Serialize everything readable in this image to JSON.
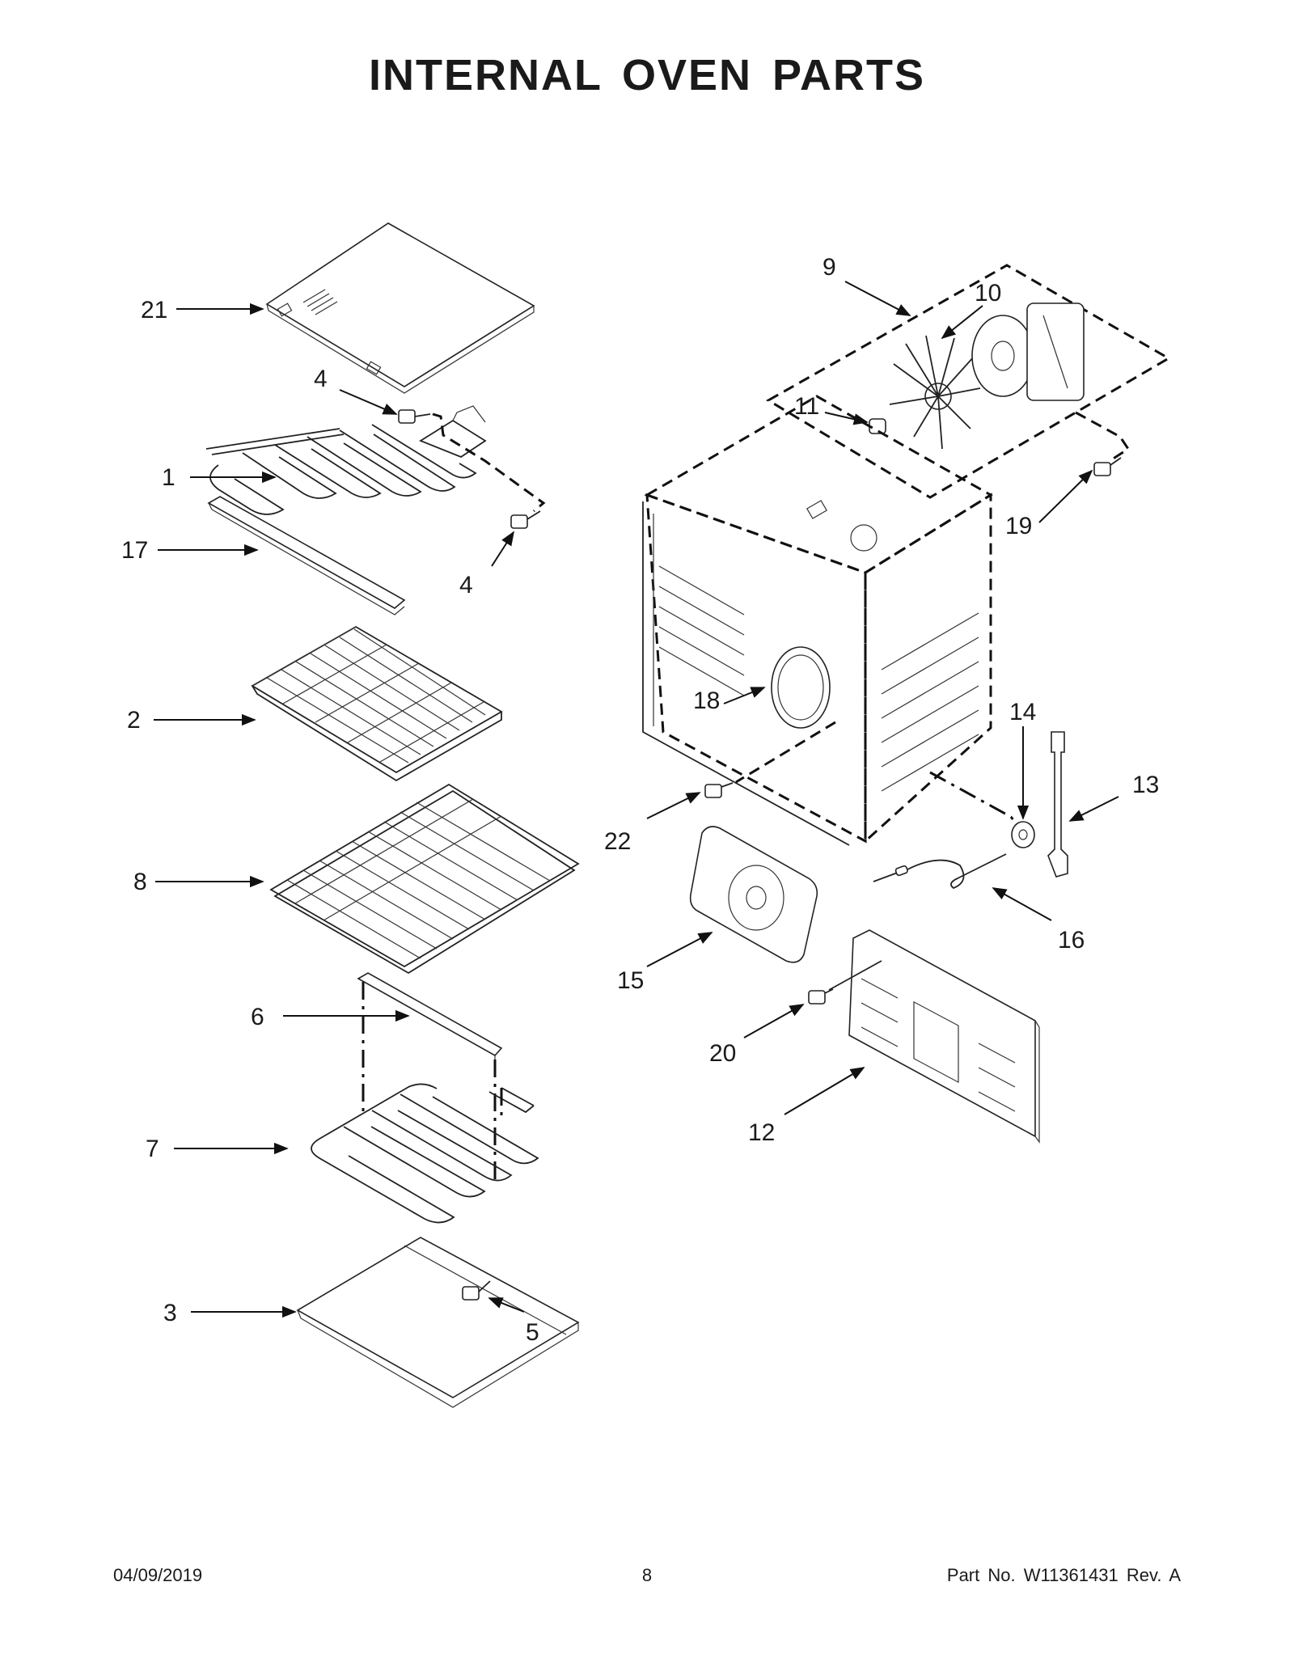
{
  "title": "INTERNAL OVEN PARTS",
  "callouts": {
    "c1": "1",
    "c2": "2",
    "c3": "3",
    "c4a": "4",
    "c4b": "4",
    "c5": "5",
    "c6": "6",
    "c7": "7",
    "c8": "8",
    "c9": "9",
    "c10": "10",
    "c11": "11",
    "c12": "12",
    "c13": "13",
    "c14": "14",
    "c15": "15",
    "c16": "16",
    "c17": "17",
    "c18": "18",
    "c19": "19",
    "c20": "20",
    "c21": "21",
    "c22": "22"
  },
  "footer": {
    "date": "04/09/2019",
    "page": "8",
    "part": "Part No.  W11361431   Rev.  A"
  }
}
